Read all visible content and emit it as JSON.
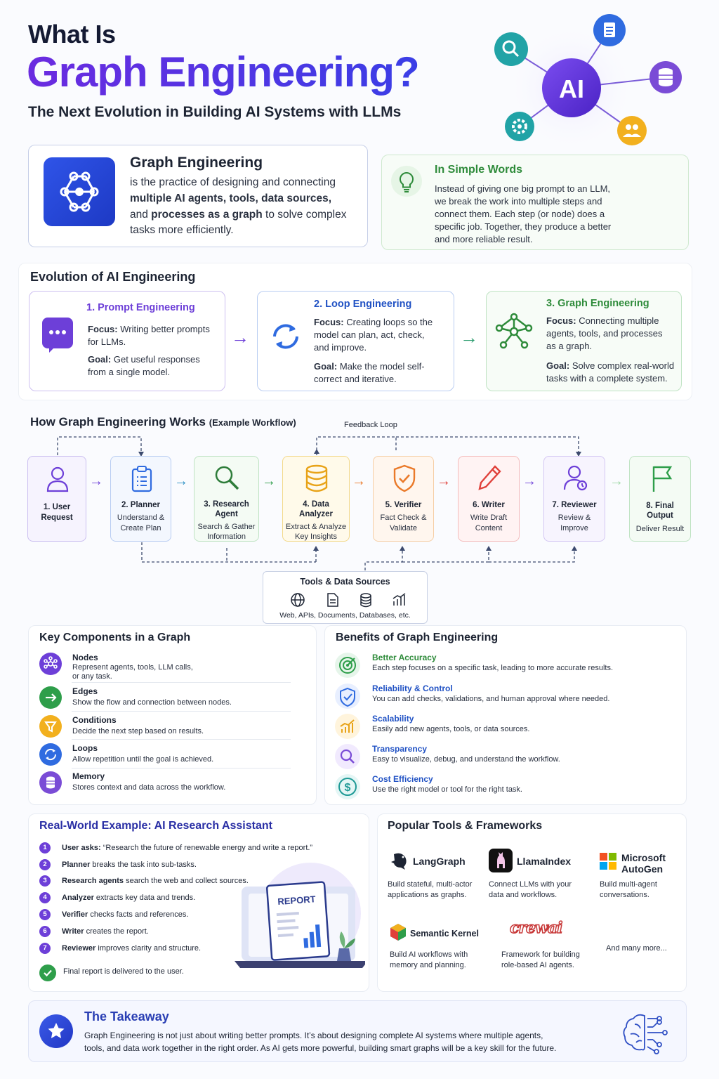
{
  "header": {
    "line1": "What Is",
    "line2": "Graph Engineering?",
    "subtitle": "The Next Evolution in Building AI Systems with LLMs",
    "hero_ai": "AI"
  },
  "definition": {
    "title": "Graph Engineering",
    "line1": "is the practice of designing and connecting",
    "line2_bold": "multiple AI agents, tools, data sources,",
    "line3_a": "and ",
    "line3_bold": "processes as a graph",
    "line3_b": " to solve complex",
    "line4": "tasks more efficiently."
  },
  "simple": {
    "title": "In Simple Words",
    "lines": [
      "Instead of giving one big prompt to an LLM,",
      "we break the work into multiple steps and",
      "connect them. Each step (or node) does a",
      "specific job. Together, they produce a better",
      "and more reliable result."
    ]
  },
  "evolution": {
    "title": "Evolution of AI Engineering",
    "focus_label": "Focus:",
    "goal_label": "Goal:",
    "cards": [
      {
        "title": "1. Prompt Engineering",
        "focus": [
          "Writing better prompts",
          "for LLMs."
        ],
        "goal": [
          "Get useful responses",
          "from a single model."
        ]
      },
      {
        "title": "2. Loop Engineering",
        "focus": [
          "Creating loops so the",
          "model can plan, act, check,",
          "and improve."
        ],
        "goal": [
          "Make the model self-",
          "correct and iterative."
        ]
      },
      {
        "title": "3. Graph Engineering",
        "focus": [
          "Connecting multiple",
          "agents, tools, and processes",
          "as a graph."
        ],
        "goal": [
          "Solve complex real-world",
          "tasks with a complete system."
        ]
      }
    ]
  },
  "workflow": {
    "title": "How Graph Engineering Works",
    "subtitle": "(Example Workflow)",
    "feedback_label": "Feedback Loop",
    "nodes": [
      {
        "label": [
          "1. User",
          "Request"
        ],
        "desc": []
      },
      {
        "label": [
          "2. Planner"
        ],
        "desc": [
          "Understand &",
          "Create Plan"
        ]
      },
      {
        "label": [
          "3. Research",
          "Agent"
        ],
        "desc": [
          "Search & Gather",
          "Information"
        ]
      },
      {
        "label": [
          "4. Data",
          "Analyzer"
        ],
        "desc": [
          "Extract & Analyze",
          "Key Insights"
        ]
      },
      {
        "label": [
          "5. Verifier"
        ],
        "desc": [
          "Fact Check &",
          "Validate"
        ]
      },
      {
        "label": [
          "6. Writer"
        ],
        "desc": [
          "Write Draft",
          "Content"
        ]
      },
      {
        "label": [
          "7. Reviewer"
        ],
        "desc": [
          "Review &",
          "Improve"
        ]
      },
      {
        "label": [
          "8. Final",
          "Output"
        ],
        "desc": [
          "Deliver Result"
        ]
      }
    ],
    "tools_title": "Tools & Data Sources",
    "tools_sub": "Web, APIs, Documents, Databases, etc."
  },
  "components": {
    "title": "Key Components in a Graph",
    "items": [
      {
        "name": "Nodes",
        "desc": [
          "Represent agents, tools, LLM calls,",
          "or any task."
        ],
        "icon": "nodes-icon",
        "color": "#6d3fd8"
      },
      {
        "name": "Edges",
        "desc": [
          "Show the flow and connection between nodes."
        ],
        "icon": "arrow-right-icon",
        "color": "#2e9e4a"
      },
      {
        "name": "Conditions",
        "desc": [
          "Decide the next step based on results."
        ],
        "icon": "filter-icon",
        "color": "#f2b01e"
      },
      {
        "name": "Loops",
        "desc": [
          "Allow repetition until the goal is achieved."
        ],
        "icon": "loop-icon",
        "color": "#2f6be0"
      },
      {
        "name": "Memory",
        "desc": [
          "Stores context and data across the workflow."
        ],
        "icon": "database-icon",
        "color": "#7a4cd6"
      }
    ]
  },
  "benefits": {
    "title": "Benefits of Graph Engineering",
    "items": [
      {
        "name": "Better Accuracy",
        "desc": "Each step focuses on a specific task, leading to more accurate results.",
        "icon": "target-icon"
      },
      {
        "name": "Reliability & Control",
        "desc": "You can add checks, validations, and human approval where needed.",
        "icon": "shield-check-icon"
      },
      {
        "name": "Scalability",
        "desc": "Easily add new agents, tools, or data sources.",
        "icon": "growth-chart-icon"
      },
      {
        "name": "Transparency",
        "desc": "Easy to visualize, debug, and understand the workflow.",
        "icon": "magnifier-icon"
      },
      {
        "name": "Cost Efficiency",
        "desc": "Use the right model or tool for the right task.",
        "icon": "dollar-icon"
      }
    ]
  },
  "real_world": {
    "title": "Real-World Example: AI Research Assistant",
    "steps": [
      {
        "n": "1",
        "bold": "User asks:",
        "rest": " “Research the future of renewable energy and write a report.”"
      },
      {
        "n": "2",
        "bold": "Planner",
        "rest": " breaks the task into sub-tasks."
      },
      {
        "n": "3",
        "bold": "Research agents",
        "rest": " search the web and collect sources."
      },
      {
        "n": "4",
        "bold": "Analyzer",
        "rest": " extracts key data and trends."
      },
      {
        "n": "5",
        "bold": "Verifier",
        "rest": " checks facts and references."
      },
      {
        "n": "6",
        "bold": "Writer",
        "rest": " creates the report."
      },
      {
        "n": "7",
        "bold": "Reviewer",
        "rest": " improves clarity and structure."
      }
    ],
    "final": "Final report is delivered to the user.",
    "report_label": "REPORT"
  },
  "tools": {
    "title": "Popular Tools & Frameworks",
    "items": [
      {
        "name": [
          "LangGraph"
        ],
        "desc": [
          "Build stateful, multi-actor",
          "applications as graphs."
        ]
      },
      {
        "name": [
          "LlamaIndex"
        ],
        "desc": [
          "Connect LLMs with your",
          "data and workflows."
        ]
      },
      {
        "name": [
          "Microsoft",
          "AutoGen"
        ],
        "desc": [
          "Build multi-agent",
          "conversations."
        ]
      },
      {
        "name": [
          "Semantic Kernel"
        ],
        "desc": [
          "Build AI workflows with",
          "memory and planning."
        ]
      },
      {
        "name": [
          "crewai"
        ],
        "desc": [
          "Framework for building",
          "role-based AI agents."
        ]
      }
    ],
    "more": "And many more..."
  },
  "takeaway": {
    "title": "The Takeaway",
    "lines": [
      "Graph Engineering is not just about writing better prompts. It’s about designing complete AI systems where multiple agents,",
      "tools, and data work together in the right order. As AI gets more powerful, building smart graphs will be a key skill for the future."
    ]
  }
}
